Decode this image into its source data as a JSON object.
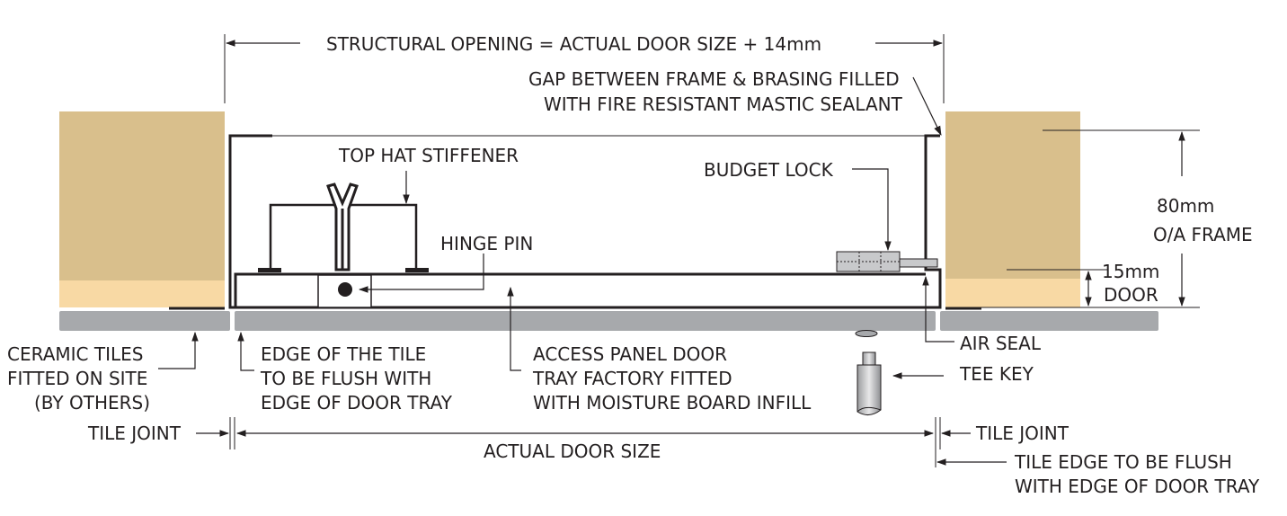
{
  "labels": {
    "structural_opening": "STRUCTURAL OPENING = ACTUAL DOOR SIZE + 14mm",
    "gap_line1": "GAP BETWEEN FRAME & BRASING FILLED",
    "gap_line2": "WITH FIRE RESISTANT MASTIC SEALANT",
    "top_hat": "TOP HAT STIFFENER",
    "budget_lock": "BUDGET LOCK",
    "hinge_pin": "HINGE PIN",
    "frame_80_line1": "80mm",
    "frame_80_line2": "O/A FRAME",
    "door_15_line1": "15mm",
    "door_15_line2": "DOOR",
    "ceramic_line1": "CERAMIC TILES",
    "ceramic_line2": "FITTED ON SITE",
    "ceramic_line3": "(BY OTHERS)",
    "edge_tile_line1": "EDGE OF THE TILE",
    "edge_tile_line2": "TO BE FLUSH WITH",
    "edge_tile_line3": "EDGE OF DOOR TRAY",
    "access_panel_line1": "ACCESS PANEL DOOR",
    "access_panel_line2": "TRAY FACTORY FITTED",
    "access_panel_line3": "WITH MOISTURE BOARD INFILL",
    "air_seal": "AIR SEAL",
    "tee_key": "TEE KEY",
    "tile_joint_left": "TILE JOINT",
    "tile_joint_right": "TILE JOINT",
    "actual_door_size": "ACTUAL DOOR SIZE",
    "tile_edge_line1": "TILE EDGE TO BE FLUSH",
    "tile_edge_line2": "WITH EDGE OF DOOR TRAY"
  },
  "colors": {
    "wall_tan": "#d9bf8c",
    "wall_light": "#f8d9a4",
    "tile_grey": "#a7a9ac",
    "line_dark": "#231f20",
    "lock_grey": "#c8c9cb"
  }
}
